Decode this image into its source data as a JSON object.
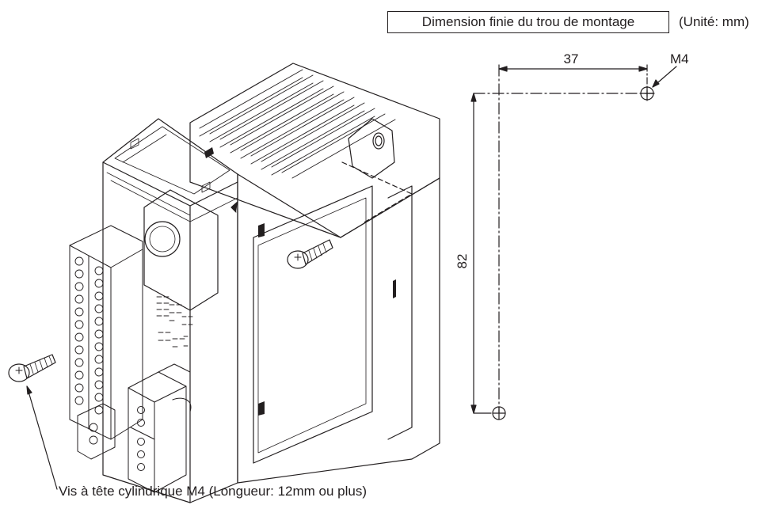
{
  "header": {
    "title": "Dimension finie du trou de montage",
    "unit": "(Unité: mm)"
  },
  "dimensions": {
    "horizontal": "37",
    "vertical": "82",
    "hole_label": "M4"
  },
  "callouts": {
    "screw": "Vis à tête cylindrique M4 (Longueur: 12mm ou plus)"
  },
  "colors": {
    "line": "#231f20",
    "background": "#ffffff"
  }
}
